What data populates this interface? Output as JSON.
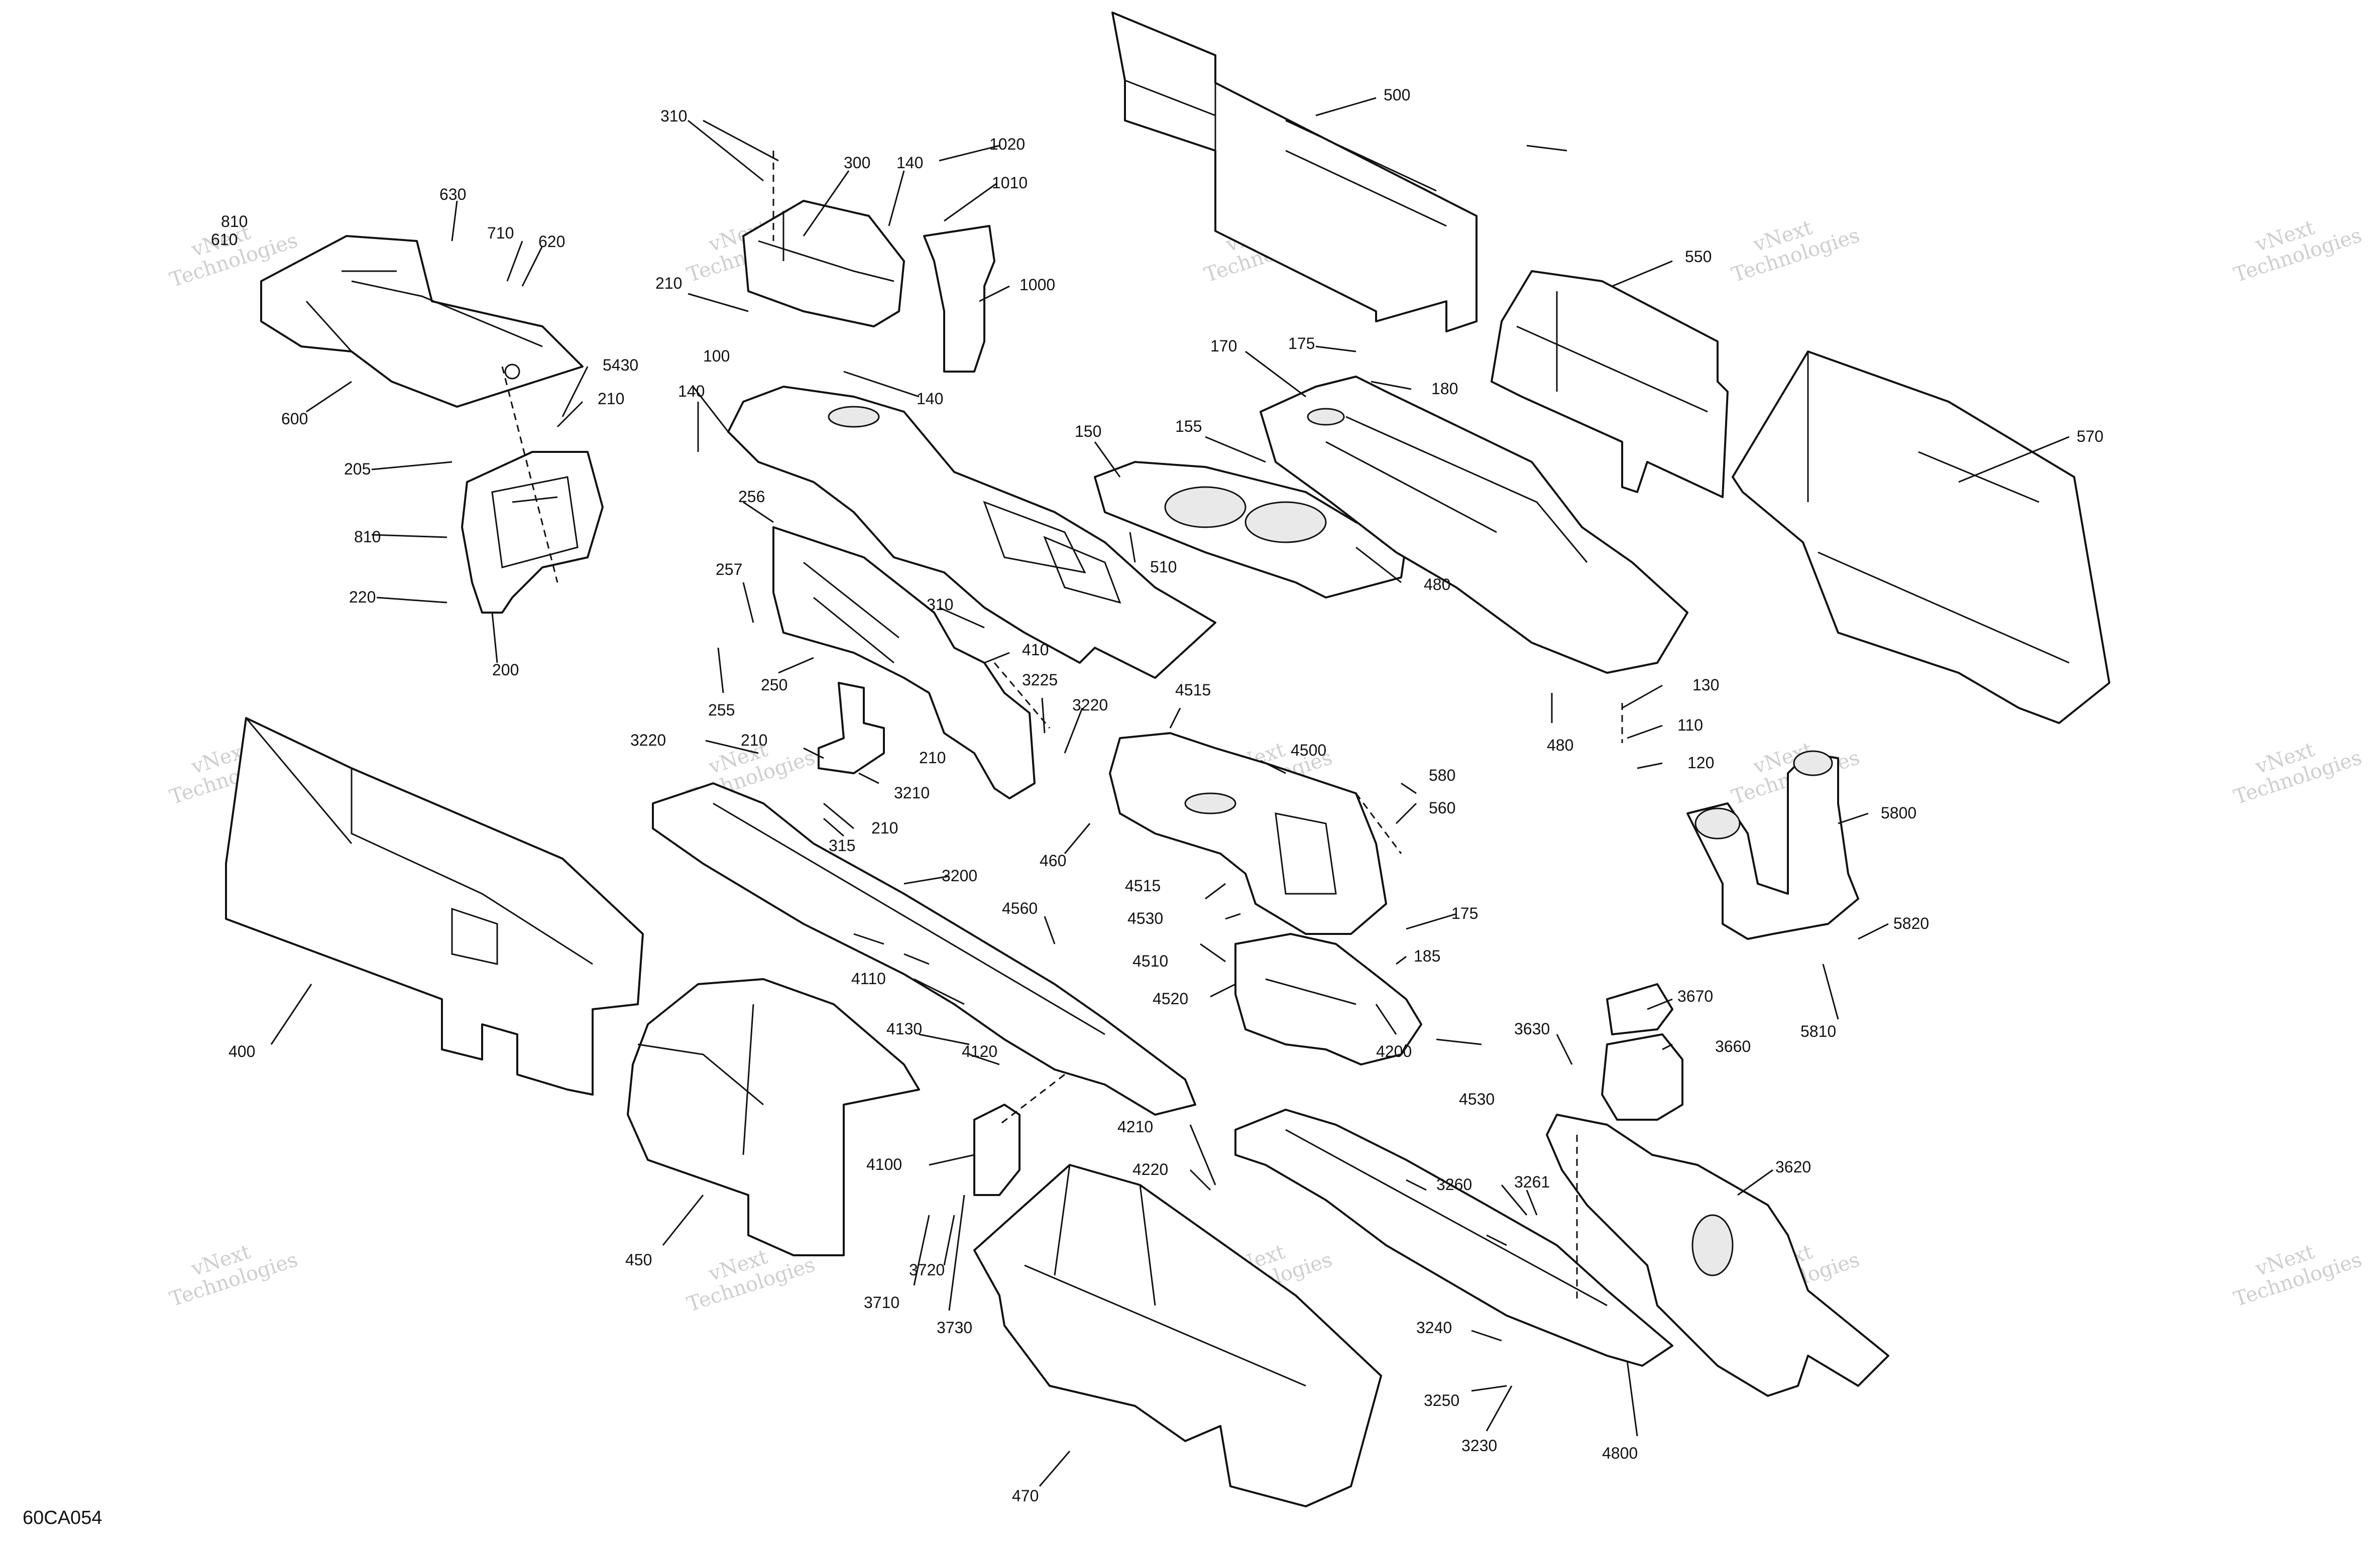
{
  "diagram_code": "60CA054",
  "watermark": {
    "line1": "vNext",
    "line2": "Technologies",
    "line3": "vNext Technologies"
  },
  "labels": [
    {
      "id": "p310a",
      "text": "310"
    },
    {
      "id": "p300",
      "text": "300"
    },
    {
      "id": "p140a",
      "text": "140"
    },
    {
      "id": "p1020",
      "text": "1020"
    },
    {
      "id": "p1010",
      "text": "1010"
    },
    {
      "id": "p1000",
      "text": "1000"
    },
    {
      "id": "p500",
      "text": "500"
    },
    {
      "id": "p550",
      "text": "550"
    },
    {
      "id": "p570",
      "text": "570"
    },
    {
      "id": "p630",
      "text": "630"
    },
    {
      "id": "p810a",
      "text": "810"
    },
    {
      "id": "p610",
      "text": "610"
    },
    {
      "id": "p710",
      "text": "710"
    },
    {
      "id": "p620",
      "text": "620"
    },
    {
      "id": "p600",
      "text": "600"
    },
    {
      "id": "p5430",
      "text": "5430"
    },
    {
      "id": "p210a",
      "text": "210"
    },
    {
      "id": "p205",
      "text": "205"
    },
    {
      "id": "p810b",
      "text": "810"
    },
    {
      "id": "p220",
      "text": "220"
    },
    {
      "id": "p200",
      "text": "200"
    },
    {
      "id": "p210b",
      "text": "210"
    },
    {
      "id": "p100",
      "text": "100"
    },
    {
      "id": "p140b",
      "text": "140"
    },
    {
      "id": "p140c",
      "text": "140"
    },
    {
      "id": "p256",
      "text": "256"
    },
    {
      "id": "p257",
      "text": "257"
    },
    {
      "id": "p255",
      "text": "255"
    },
    {
      "id": "p250",
      "text": "250"
    },
    {
      "id": "p310b",
      "text": "310"
    },
    {
      "id": "p410",
      "text": "410"
    },
    {
      "id": "p150",
      "text": "150"
    },
    {
      "id": "p155",
      "text": "155"
    },
    {
      "id": "p170",
      "text": "170"
    },
    {
      "id": "p175a",
      "text": "175"
    },
    {
      "id": "p180",
      "text": "180"
    },
    {
      "id": "p510",
      "text": "510"
    },
    {
      "id": "p480a",
      "text": "480"
    },
    {
      "id": "p480b",
      "text": "480"
    },
    {
      "id": "p130",
      "text": "130"
    },
    {
      "id": "p110",
      "text": "110"
    },
    {
      "id": "p120",
      "text": "120"
    },
    {
      "id": "p3225",
      "text": "3225"
    },
    {
      "id": "p3220a",
      "text": "3220"
    },
    {
      "id": "p3220b",
      "text": "3220"
    },
    {
      "id": "p210c",
      "text": "210"
    },
    {
      "id": "p210d",
      "text": "210"
    },
    {
      "id": "p3210",
      "text": "3210"
    },
    {
      "id": "p210e",
      "text": "210"
    },
    {
      "id": "p315",
      "text": "315"
    },
    {
      "id": "p4515a",
      "text": "4515"
    },
    {
      "id": "p4500",
      "text": "4500"
    },
    {
      "id": "p580",
      "text": "580"
    },
    {
      "id": "p560",
      "text": "560"
    },
    {
      "id": "p460",
      "text": "460"
    },
    {
      "id": "p3200",
      "text": "3200"
    },
    {
      "id": "p4515b",
      "text": "4515"
    },
    {
      "id": "p4530a",
      "text": "4530"
    },
    {
      "id": "p175b",
      "text": "175"
    },
    {
      "id": "p4560",
      "text": "4560"
    },
    {
      "id": "p4510",
      "text": "4510"
    },
    {
      "id": "p185",
      "text": "185"
    },
    {
      "id": "p4520",
      "text": "4520"
    },
    {
      "id": "p5800",
      "text": "5800"
    },
    {
      "id": "p5820",
      "text": "5820"
    },
    {
      "id": "p5810",
      "text": "5810"
    },
    {
      "id": "p400",
      "text": "400"
    },
    {
      "id": "p4110",
      "text": "4110"
    },
    {
      "id": "p4130",
      "text": "4130"
    },
    {
      "id": "p4120",
      "text": "4120"
    },
    {
      "id": "p4200",
      "text": "4200"
    },
    {
      "id": "p4530b",
      "text": "4530"
    },
    {
      "id": "p3670",
      "text": "3670"
    },
    {
      "id": "p3630",
      "text": "3630"
    },
    {
      "id": "p3660",
      "text": "3660"
    },
    {
      "id": "p4100",
      "text": "4100"
    },
    {
      "id": "p4210",
      "text": "4210"
    },
    {
      "id": "p4220",
      "text": "4220"
    },
    {
      "id": "p3260",
      "text": "3260"
    },
    {
      "id": "p3261",
      "text": "3261"
    },
    {
      "id": "p3620",
      "text": "3620"
    },
    {
      "id": "p450",
      "text": "450"
    },
    {
      "id": "p3720",
      "text": "3720"
    },
    {
      "id": "p3710",
      "text": "3710"
    },
    {
      "id": "p3730",
      "text": "3730"
    },
    {
      "id": "p3240",
      "text": "3240"
    },
    {
      "id": "p3250",
      "text": "3250"
    },
    {
      "id": "p3230",
      "text": "3230"
    },
    {
      "id": "p4800",
      "text": "4800"
    },
    {
      "id": "p470",
      "text": "470"
    }
  ]
}
